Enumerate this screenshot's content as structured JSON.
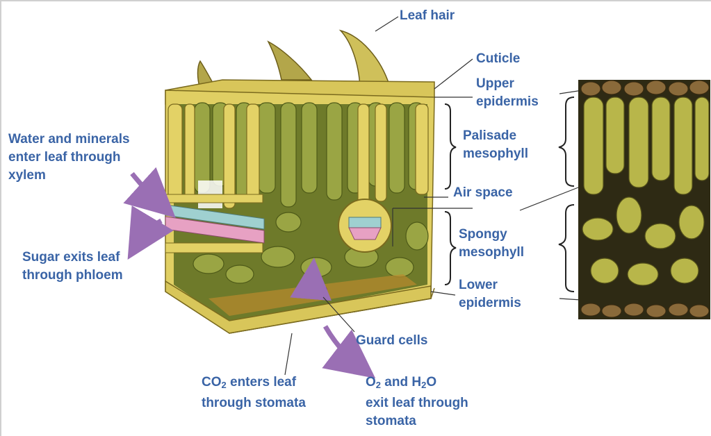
{
  "labels": {
    "leaf_hair": "Leaf hair",
    "cuticle": "Cuticle",
    "upper_epidermis": [
      "Upper",
      "epidermis"
    ],
    "palisade_mesophyll": [
      "Palisade",
      "mesophyll"
    ],
    "air_space": "Air space",
    "spongy_mesophyll": [
      "Spongy",
      "mesophyll"
    ],
    "lower_epidermis": [
      "Lower",
      "epidermis"
    ],
    "guard_cells": "Guard cells",
    "water_minerals": [
      "Water and minerals",
      "enter leaf through",
      "xylem"
    ],
    "sugar_exits": [
      "Sugar exits leaf",
      "through phloem"
    ],
    "co2": {
      "prefix": "CO",
      "sub": "2",
      "line1_rest": " enters leaf",
      "line2": "through stomata"
    },
    "o2_h2o": {
      "o": "O",
      "o_sub": "2",
      "and_h": " and H",
      "h_sub": "2",
      "tail": "O",
      "line2": "exit leaf through",
      "line3": "stomata"
    }
  },
  "colors": {
    "label_text": "#3a64a6",
    "cell_fill": "#d8c65a",
    "cell_stroke": "#7a6a1e",
    "palisade_green": "#8f9a3c",
    "xylem": "#9fd0d0",
    "phloem": "#e7a1c3",
    "arrow": "#9a6fb4",
    "micrograph_bg": "#2e2a14",
    "micrograph_cell": "#b8b64a"
  }
}
